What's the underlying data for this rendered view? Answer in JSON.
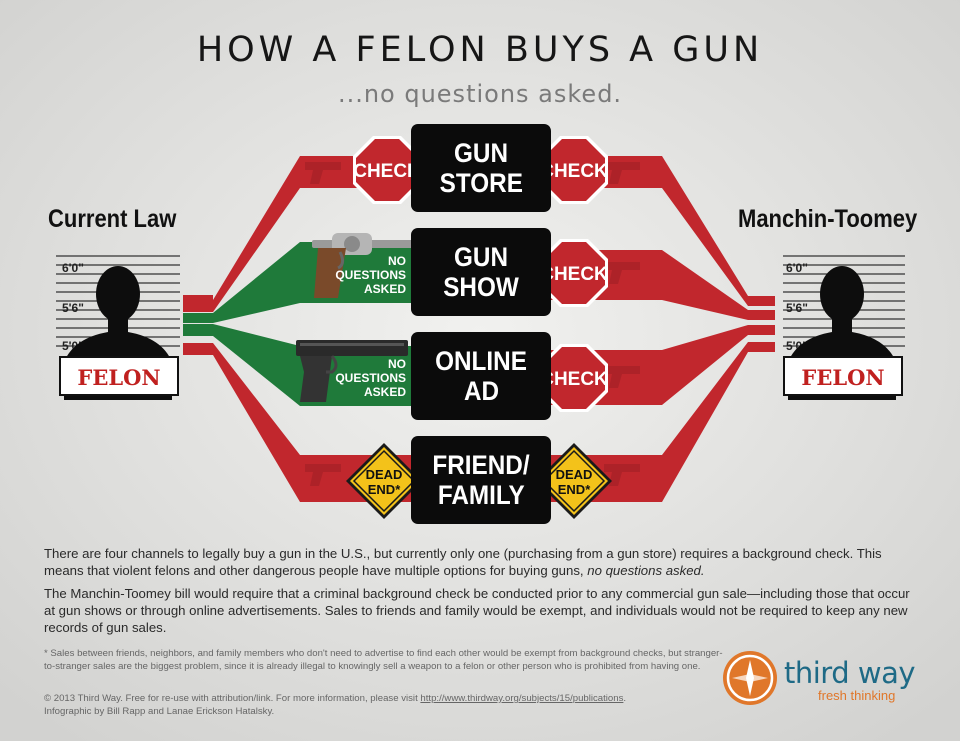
{
  "title": "HOW A FELON BUYS A GUN",
  "subtitle": "...no questions asked.",
  "left_label": "Current Law",
  "right_label": "Manchin-Toomey",
  "height_marks": [
    "6'0\"",
    "5'6\"",
    "5'0\""
  ],
  "felon_sign": "FELON",
  "channels": [
    {
      "line1": "GUN",
      "line2": "STORE"
    },
    {
      "line1": "GUN",
      "line2": "SHOW"
    },
    {
      "line1": "ONLINE",
      "line2": "AD"
    },
    {
      "line1": "FRIEND/",
      "line2": "FAMILY"
    }
  ],
  "check_label": "CHECK",
  "no_questions": {
    "line1": "NO",
    "line2": "QUESTIONS",
    "line3": "ASKED"
  },
  "dead_end": {
    "line1": "DEAD",
    "line2": "END*"
  },
  "paragraph1_a": "There are four channels to legally buy a gun in the U.S., but currently only one (purchasing from a gun store) requires a background check. This means that violent felons and other dangerous people have multiple options for buying guns, ",
  "paragraph1_b": "no questions asked.",
  "paragraph2": "The Manchin-Toomey bill would require that a criminal background check be conducted prior to any commercial gun sale—including those that occur at gun shows or through online advertisements. Sales to friends and family would be exempt, and individuals would not be required to keep any new records of gun sales.",
  "footnote": "* Sales between friends, neighbors, and family members who don't need to advertise to find each other would be exempt from background checks, but stranger-to-stranger sales are the biggest problem, since it is already illegal to knowingly sell a weapon to a felon or other person who is prohibited from having one.",
  "credit_a": "© 2013 Third Way. Free for re-use with attribution/link. For more information, please visit ",
  "credit_link": "http://www.thirdway.org/subjects/15/publications",
  "credit_b": ".",
  "credit_line2": "Infographic by Bill Rapp and Lanae Erickson Hatalsky.",
  "brand": {
    "name": "third way",
    "tagline": "fresh thinking"
  },
  "colors": {
    "red": "#c1272d",
    "green": "#1f7a3a",
    "black": "#0b0b0b",
    "brand_blue": "#1e6a86",
    "brand_orange": "#e0772a"
  }
}
